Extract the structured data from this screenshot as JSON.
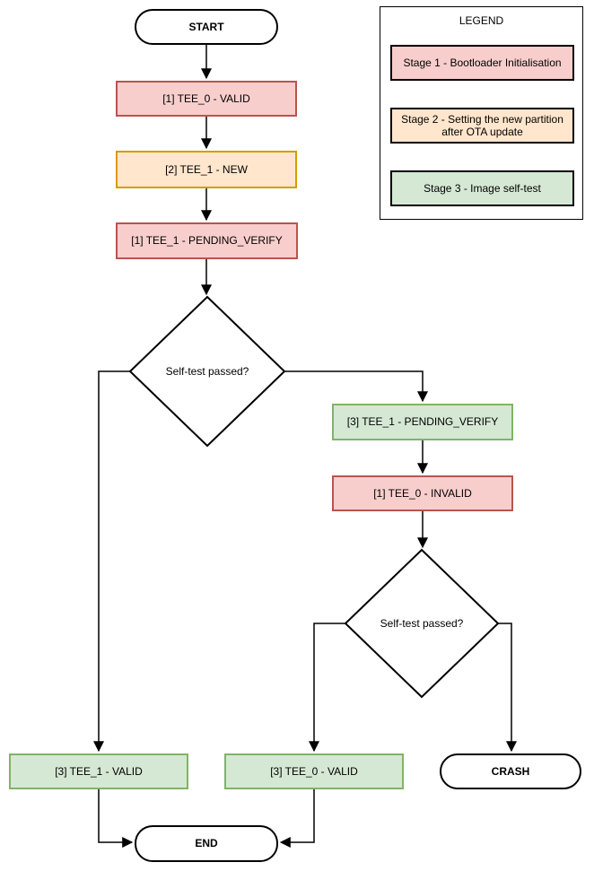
{
  "nodes": {
    "start": {
      "label": "START"
    },
    "tee0_valid_s1": {
      "label": "[1] TEE_0 - VALID"
    },
    "tee1_new_s2": {
      "label": "[2] TEE_1 - NEW"
    },
    "tee1_pending_s1": {
      "label": "[1] TEE_1 - PENDING_VERIFY"
    },
    "selftest_1": {
      "label": "Self-test passed?"
    },
    "tee1_pending_s3": {
      "label": "[3] TEE_1 - PENDING_VERIFY"
    },
    "tee0_invalid_s1": {
      "label": "[1] TEE_0 - INVALID"
    },
    "selftest_2": {
      "label": "Self-test passed?"
    },
    "tee1_valid_s3": {
      "label": "[3] TEE_1 - VALID"
    },
    "tee0_valid_s3": {
      "label": "[3] TEE_0 - VALID"
    },
    "crash": {
      "label": "CRASH"
    },
    "end": {
      "label": "END"
    }
  },
  "legend": {
    "title": "LEGEND",
    "items": [
      {
        "label": "Stage 1 - Bootloader Initialisation",
        "fill": "#f8cecc",
        "border": "#000000"
      },
      {
        "label": "Stage 2 - Setting the new partition after OTA update",
        "fill": "#ffe6cc",
        "border": "#000000"
      },
      {
        "label": "Stage 3 - Image self-test",
        "fill": "#d5e8d4",
        "border": "#000000"
      }
    ]
  },
  "colors": {
    "stage1_fill": "#f8cecc",
    "stage1_border": "#b85450",
    "stage2_fill": "#ffe6cc",
    "stage2_border": "#d79b00",
    "stage3_fill": "#d5e8d4",
    "stage3_border": "#82b366",
    "line": "#000000",
    "background": "#ffffff"
  }
}
